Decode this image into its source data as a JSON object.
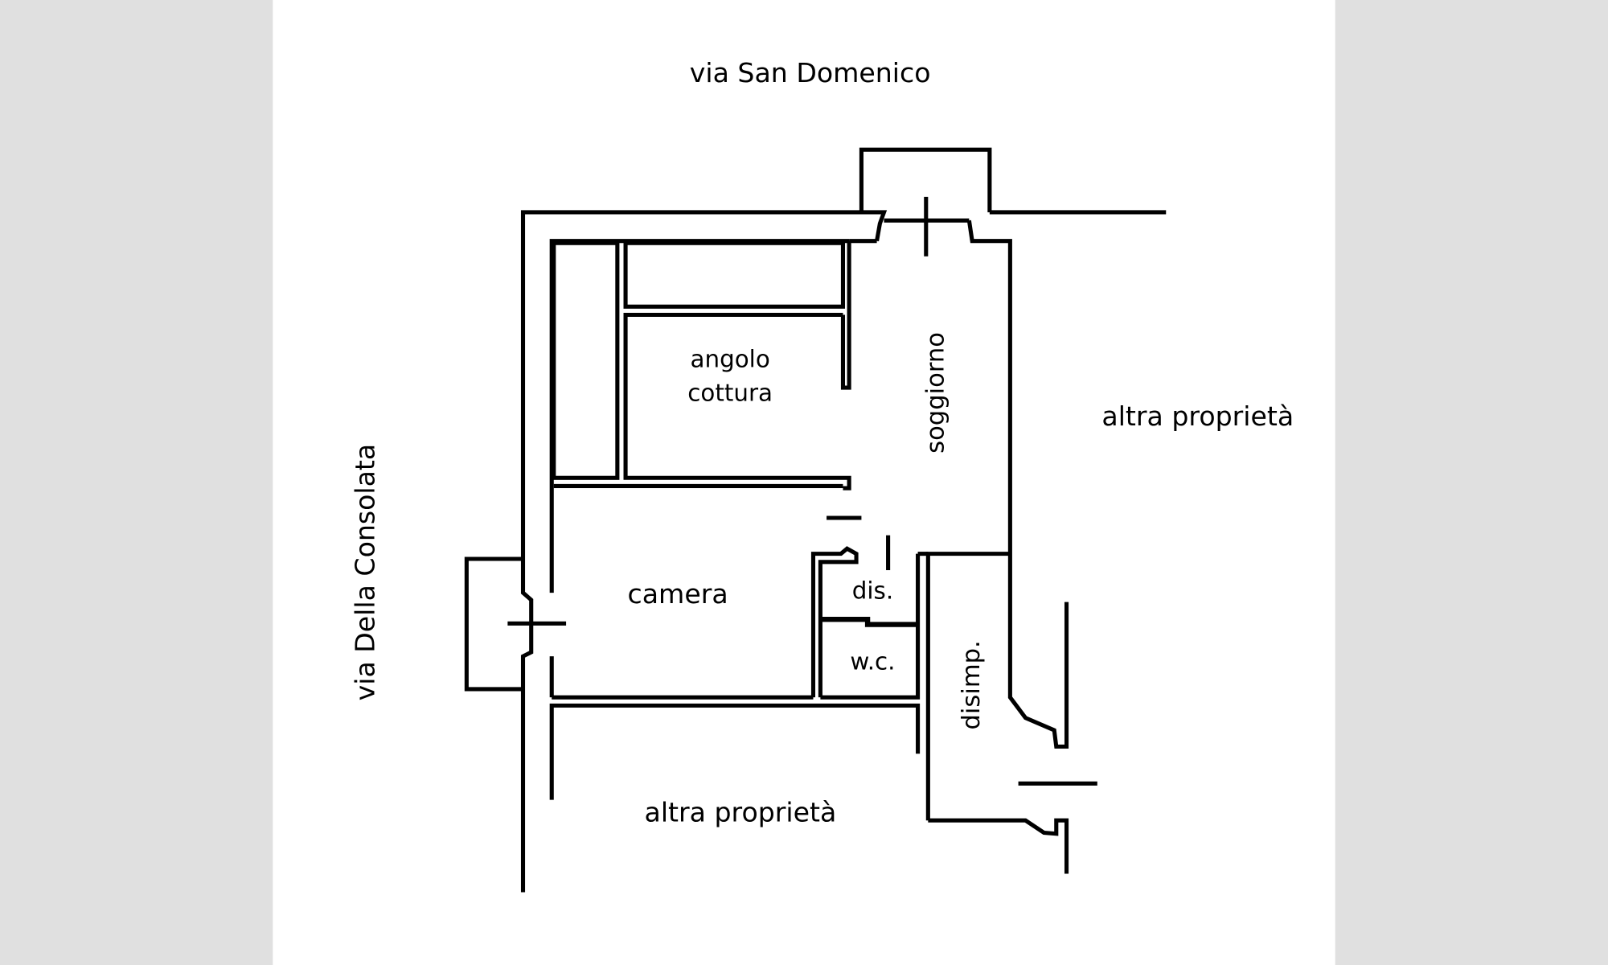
{
  "streets": {
    "north": "via San Domenico",
    "west": "via Della Consolata"
  },
  "neighbors": {
    "east": "altra proprietà",
    "south": "altra proprietà"
  },
  "rooms": {
    "kitchen_line1": "angolo",
    "kitchen_line2": "cottura",
    "living": "soggiorno",
    "bedroom": "camera",
    "hallway": "dis.",
    "toilet": "w.c.",
    "landing": "disimp."
  },
  "colors": {
    "background": "#e0e0e0",
    "paper": "#ffffff",
    "ink": "#000000"
  }
}
